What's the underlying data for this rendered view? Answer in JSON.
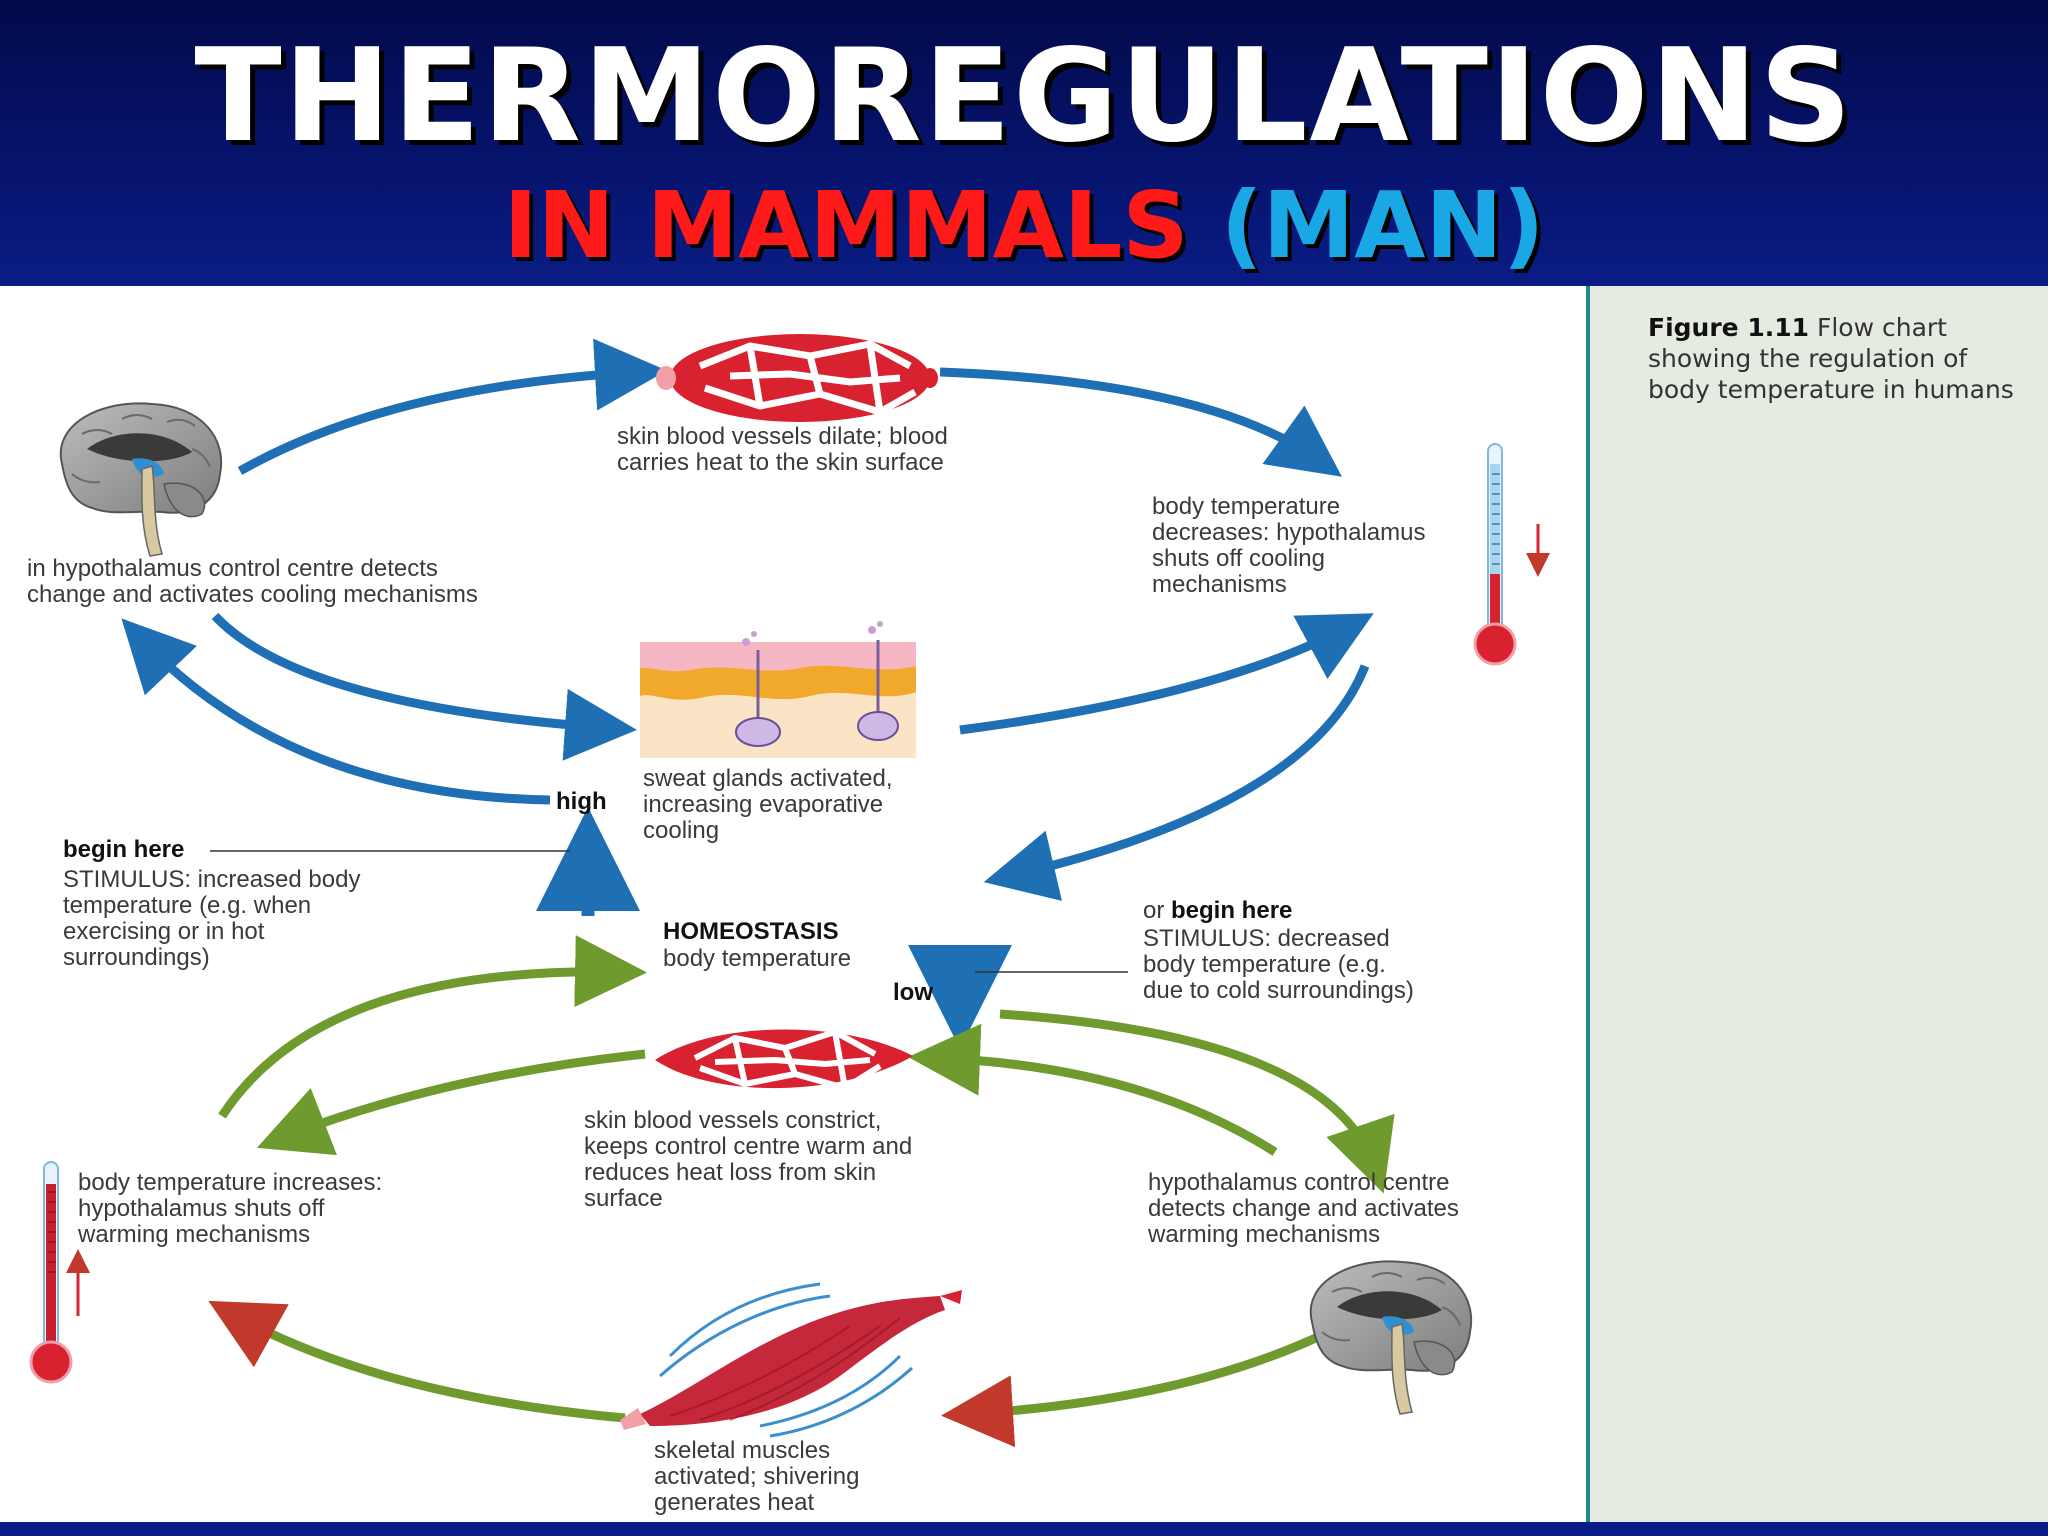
{
  "header": {
    "title": "THERMOREGULATIONS",
    "subtitle_red": "IN MAMMALS",
    "subtitle_blue": "(MAN)",
    "colors": {
      "title": "#ffffff",
      "subtitle_red": "#ff1a1a",
      "subtitle_blue": "#1aa7e6",
      "background": "#06136b"
    }
  },
  "caption": {
    "figure_label": "Figure 1.11",
    "text": "Flow chart showing the regulation of body temperature in humans"
  },
  "diagram": {
    "colors": {
      "cooling_arrows": "#1f6fb5",
      "warming_arrows": "#6f9a2e",
      "vessels": "#d92230",
      "muscle": "#c5283a"
    },
    "labels": {
      "vessels_dilate": "skin blood vessels dilate; blood\ncarries heat to the skin surface",
      "hypothalamus_cooling": "in hypothalamus control centre detects\nchange and activates cooling mechanisms",
      "temp_decreases": "body temperature\ndecreases: hypothalamus\nshuts off cooling\nmechanisms",
      "sweat_glands": "sweat glands activated,\nincreasing evaporative\ncooling",
      "high": "high",
      "begin_here": "begin here",
      "stimulus_increase": "STIMULUS: increased body\ntemperature (e.g. when\nexercising or in hot\nsurroundings)",
      "homeostasis": "HOMEOSTASIS",
      "homeostasis_sub": "body temperature",
      "low": "low",
      "or": "or",
      "begin_here_2": "begin here",
      "stimulus_decrease": "STIMULUS: decreased\nbody temperature (e.g.\ndue to cold surroundings)",
      "vessels_constrict": "skin blood vessels constrict,\nkeeps control centre warm and\nreduces heat loss from skin\nsurface",
      "temp_increases": "body temperature increases:\nhypothalamus shuts off\nwarming mechanisms",
      "hypothalamus_warming": "hypothalamus control centre\ndetects change and activates\nwarming mechanisms",
      "shivering": "skeletal muscles\nactivated; shivering\ngenerates heat"
    }
  }
}
